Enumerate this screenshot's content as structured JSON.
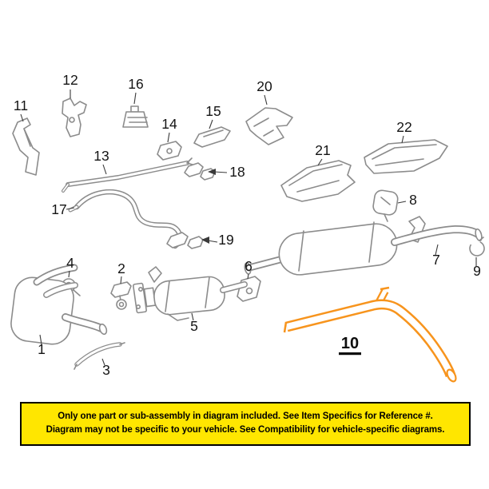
{
  "diagram": {
    "line_color": "#8C8C8C",
    "highlight_color": "#F7941D",
    "highlighted_part": "10",
    "parts": {
      "p1": "1",
      "p2": "2",
      "p3": "3",
      "p4": "4",
      "p5": "5",
      "p6": "6",
      "p7": "7",
      "p8": "8",
      "p9": "9",
      "p10": "10",
      "p11": "11",
      "p12": "12",
      "p13": "13",
      "p14": "14",
      "p15": "15",
      "p16": "16",
      "p17": "17",
      "p18": "18",
      "p19": "19",
      "p20": "20",
      "p21": "21",
      "p22": "22"
    }
  },
  "banner": {
    "bg_color": "#FFE600",
    "border_color": "#000000",
    "line1": "Only one part or sub-assembly in diagram included. See Item Specifics for Reference #.",
    "line2": "Diagram may not be specific to your vehicle. See Compatibility for vehicle-specific diagrams."
  }
}
